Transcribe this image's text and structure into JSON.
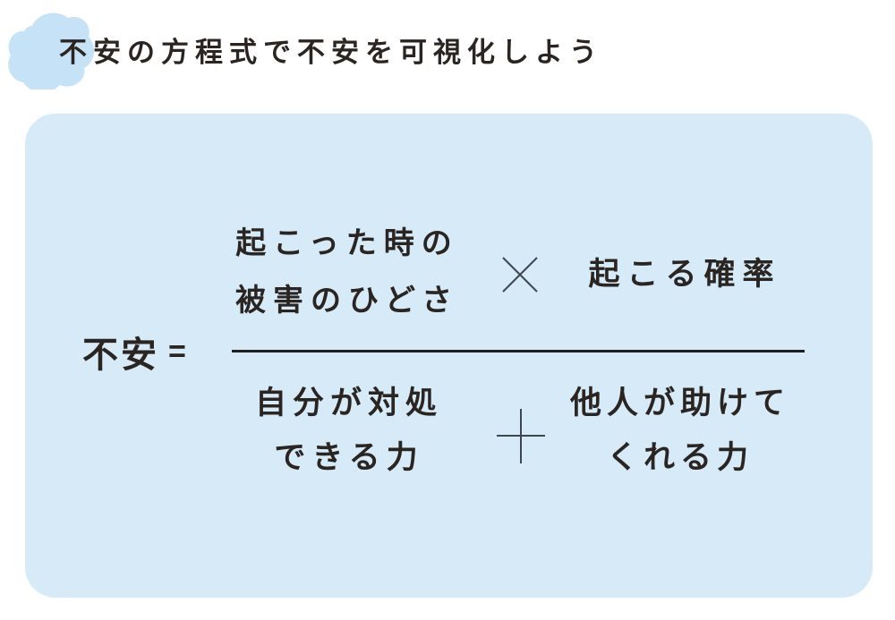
{
  "title": "不安の方程式で不安を可視化しよう",
  "colors": {
    "page_bg": "#ffffff",
    "box_bg": "#d6eaf8",
    "cloud": "#c5e2f6",
    "text": "#2b2522",
    "operator": "#3f4650",
    "fraction_bar": "#1e1e1e"
  },
  "formula": {
    "lhs": "不安",
    "equals": "=",
    "numerator": {
      "damage_line1": "起こった時の",
      "damage_line2": "被害のひどさ",
      "operator": "×",
      "probability": "起こる確率"
    },
    "denominator": {
      "self_line1": "自分が対処",
      "self_line2": "できる力",
      "operator": "+",
      "others_line1": "他人が助けて",
      "others_line2": "くれる力"
    }
  }
}
